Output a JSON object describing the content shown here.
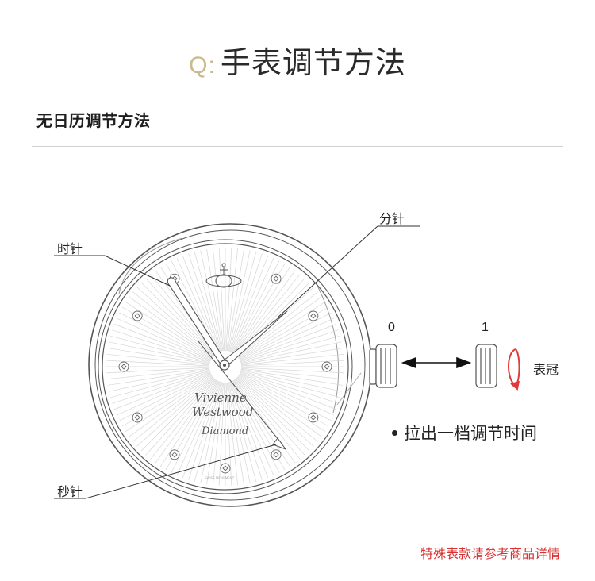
{
  "header": {
    "q_prefix": "Q:",
    "title": "手表调节方法"
  },
  "section": {
    "title": "无日历调节方法"
  },
  "labels": {
    "minute_hand": "分针",
    "hour_hand": "时针",
    "second_hand": "秒针",
    "crown": "表冠",
    "position_0": "0",
    "position_1": "1"
  },
  "dial_text": {
    "brand_line1": "Vivienne",
    "brand_line2": "Westwood",
    "model": "Diamond"
  },
  "instruction": "拉出一档调节时间",
  "note": "特殊表款请参考商品详情",
  "colors": {
    "accent_gold": "#c9b98b",
    "note_red": "#d93030",
    "rotate_arrow_red": "#e03a3a"
  },
  "icons": {
    "rotation": "rotate-icon",
    "double_arrow": "double-arrow-icon"
  }
}
